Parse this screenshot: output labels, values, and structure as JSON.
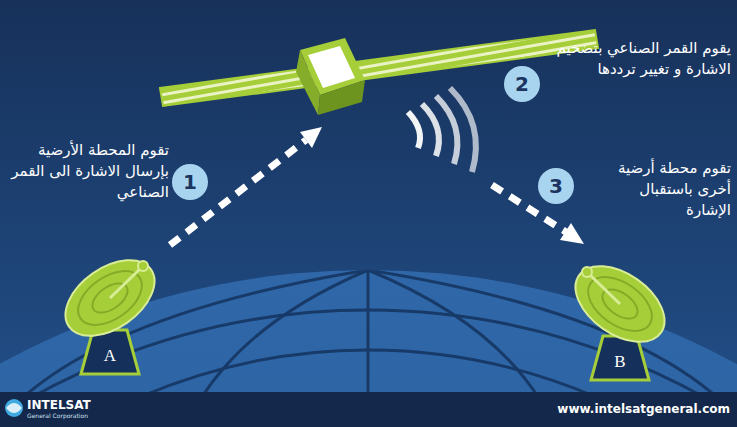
{
  "diagram": {
    "nodes": [
      {
        "text": [
          "1"
        ]
      },
      {
        "text": [
          "2"
        ]
      },
      {
        "text": [
          "3"
        ]
      },
      {
        "text": [
          "A"
        ]
      },
      {
        "text": [
          "B"
        ]
      }
    ],
    "labels": [
      "تقوم المحطة الأرضية بإرسال الاشارة الى القمر الصناعي",
      "يقوم القمر الصناعي بتضخيم الاشارة و تغيير ترددها",
      "تقوم محطة أرضية أخرى باستقبال الإشارة",
      "INTELSAT",
      "General Corporation",
      "www.intelsatgeneral.com"
    ]
  }
}
